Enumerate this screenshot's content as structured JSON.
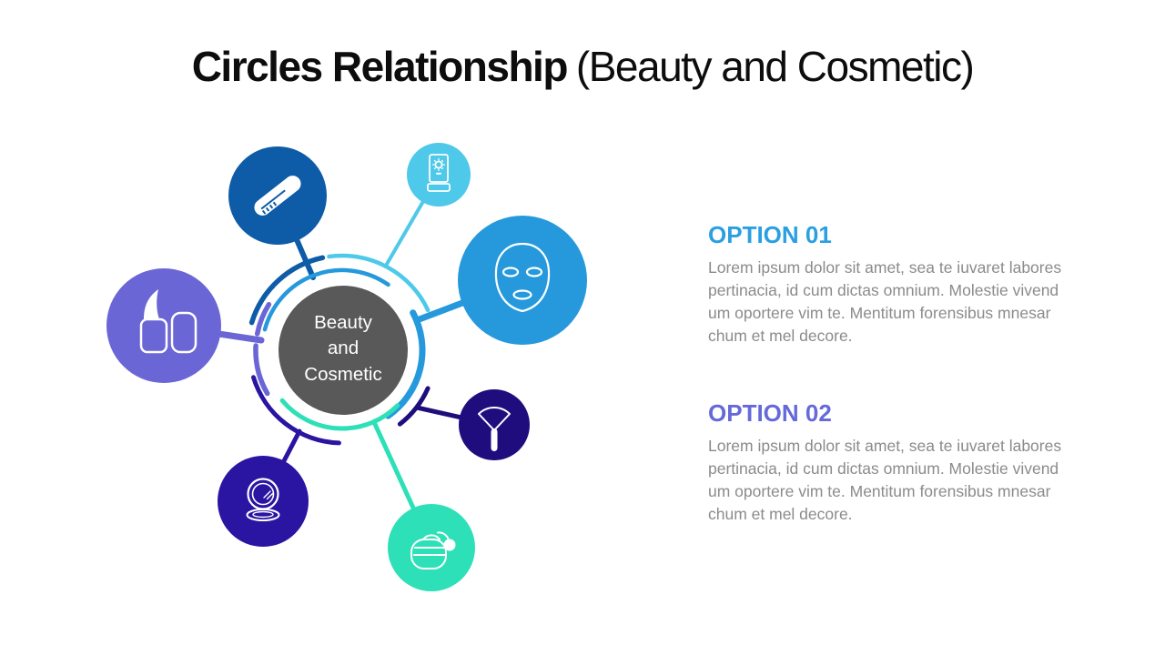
{
  "title": {
    "bold": "Circles Relationship",
    "regular": "(Beauty and Cosmetic)"
  },
  "center": {
    "label_lines": [
      "Beauty",
      "and",
      "Cosmetic"
    ],
    "fill": "#595959",
    "text_color": "#ffffff"
  },
  "satellites": {
    "comb": {
      "label": "comb",
      "color": "#0e5ca7"
    },
    "sunscreen": {
      "label": "sunscreen tube",
      "color": "#4ec9e9"
    },
    "mask": {
      "label": "face mask",
      "color": "#2699dc"
    },
    "lipstick": {
      "label": "lipstick",
      "color": "#6b66d5"
    },
    "fan": {
      "label": "fan brush",
      "color": "#1f0d7e"
    },
    "mirror": {
      "label": "compact mirror",
      "color": "#2a14a2"
    },
    "perfume": {
      "label": "perfume bottle",
      "color": "#2ee0b7"
    }
  },
  "options": [
    {
      "heading": "OPTION 01",
      "heading_color": "#2a9fe1",
      "body_lines": [
        "Lorem ipsum dolor sit amet, sea te iuvaret labores",
        "pertinacia, id cum dictas omnium. Molestie vivend",
        "um oportere vim te. Mentitum forensibus mnesar",
        "chum et mel decore."
      ]
    },
    {
      "heading": "OPTION 02",
      "heading_color": "#6569d9",
      "body_lines": [
        "Lorem ipsum dolor sit amet, sea te iuvaret labores",
        "pertinacia, id cum dictas omnium. Molestie vivend",
        "um oportere vim te. Mentitum forensibus mnesar",
        "chum et mel decore."
      ]
    }
  ]
}
